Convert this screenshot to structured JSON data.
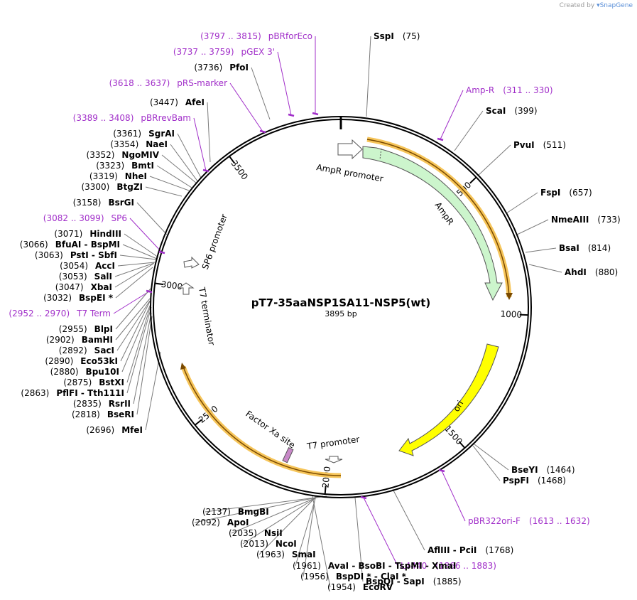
{
  "credit": {
    "prefix": "Created by",
    "brand": "SnapGene"
  },
  "plasmid": {
    "name": "pT7-35aaNSP1SA11-NSP5(wt)",
    "size": "3895 bp"
  },
  "ticks": [
    "500",
    "1000",
    "1500",
    "2000",
    "2500",
    "3000",
    "3500"
  ],
  "features": [
    {
      "name": "AmpR promoter",
      "color": "#ffffff"
    },
    {
      "name": "AmpR",
      "color": "#ccf5cc"
    },
    {
      "name": "ori",
      "color": "#ffff00"
    },
    {
      "name": "T7 promoter",
      "color": "#ffffff"
    },
    {
      "name": "Factor Xa site",
      "color": "#c888c8"
    },
    {
      "name": "T7 terminator",
      "color": "#ffffff"
    },
    {
      "name": "SP6 promoter",
      "color": "#ffffff"
    }
  ],
  "labels": [
    {
      "kind": "primer",
      "pos": "(3797 .. 3815)",
      "name": "pBRforEco"
    },
    {
      "kind": "primer",
      "pos": "(3737 .. 3759)",
      "name": "pGEX 3'"
    },
    {
      "kind": "enzyme",
      "pos": "(3736)",
      "name": "PfoI"
    },
    {
      "kind": "primer",
      "pos": "(3618 .. 3637)",
      "name": "pRS-marker"
    },
    {
      "kind": "enzyme",
      "pos": "(3447)",
      "name": "AfeI"
    },
    {
      "kind": "primer",
      "pos": "(3389 .. 3408)",
      "name": "pBRrevBam"
    },
    {
      "kind": "enzyme",
      "pos": "(3361)",
      "name": "SgrAI"
    },
    {
      "kind": "enzyme",
      "pos": "(3354)",
      "name": "NaeI"
    },
    {
      "kind": "enzyme",
      "pos": "(3352)",
      "name": "NgoMIV"
    },
    {
      "kind": "enzyme",
      "pos": "(3323)",
      "name": "BmtI"
    },
    {
      "kind": "enzyme",
      "pos": "(3319)",
      "name": "NheI"
    },
    {
      "kind": "enzyme",
      "pos": "(3300)",
      "name": "BtgZI"
    },
    {
      "kind": "enzyme",
      "pos": "(3158)",
      "name": "BsrGI"
    },
    {
      "kind": "primer",
      "pos": "(3082 .. 3099)",
      "name": "SP6"
    },
    {
      "kind": "enzyme",
      "pos": "(3071)",
      "name": "HindIII"
    },
    {
      "kind": "enzyme",
      "pos": "(3066)",
      "name": "BfuAI - BspMI"
    },
    {
      "kind": "enzyme",
      "pos": "(3063)",
      "name": "PstI - SbfI"
    },
    {
      "kind": "enzyme",
      "pos": "(3054)",
      "name": "AccI"
    },
    {
      "kind": "enzyme",
      "pos": "(3053)",
      "name": "SalI"
    },
    {
      "kind": "enzyme",
      "pos": "(3047)",
      "name": "XbaI"
    },
    {
      "kind": "enzyme",
      "pos": "(3032)",
      "name": "BspEI *"
    },
    {
      "kind": "primer",
      "pos": "(2952 .. 2970)",
      "name": "T7 Term"
    },
    {
      "kind": "enzyme",
      "pos": "(2955)",
      "name": "BlpI"
    },
    {
      "kind": "enzyme",
      "pos": "(2902)",
      "name": "BamHI"
    },
    {
      "kind": "enzyme",
      "pos": "(2892)",
      "name": "SacI"
    },
    {
      "kind": "enzyme",
      "pos": "(2890)",
      "name": "Eco53kI"
    },
    {
      "kind": "enzyme",
      "pos": "(2880)",
      "name": "Bpu10I"
    },
    {
      "kind": "enzyme",
      "pos": "(2875)",
      "name": "BstXI"
    },
    {
      "kind": "enzyme",
      "pos": "(2863)",
      "name": "PflFI - Tth111I"
    },
    {
      "kind": "enzyme",
      "pos": "(2835)",
      "name": "RsrII"
    },
    {
      "kind": "enzyme",
      "pos": "(2818)",
      "name": "BseRI"
    },
    {
      "kind": "enzyme",
      "pos": "(2696)",
      "name": "MfeI"
    },
    {
      "kind": "enzyme",
      "pos": "(75)",
      "name": "SspI"
    },
    {
      "kind": "primer",
      "pos": "(311 .. 330)",
      "name": "Amp-R"
    },
    {
      "kind": "enzyme",
      "pos": "(399)",
      "name": "ScaI"
    },
    {
      "kind": "enzyme",
      "pos": "(511)",
      "name": "PvuI"
    },
    {
      "kind": "enzyme",
      "pos": "(657)",
      "name": "FspI"
    },
    {
      "kind": "enzyme",
      "pos": "(733)",
      "name": "NmeAIII"
    },
    {
      "kind": "enzyme",
      "pos": "(814)",
      "name": "BsaI"
    },
    {
      "kind": "enzyme",
      "pos": "(880)",
      "name": "AhdI"
    },
    {
      "kind": "enzyme",
      "pos": "(1464)",
      "name": "BseYI"
    },
    {
      "kind": "enzyme",
      "pos": "(1468)",
      "name": "PspFI"
    },
    {
      "kind": "primer",
      "pos": "(1613 .. 1632)",
      "name": "pBR322ori-F"
    },
    {
      "kind": "enzyme",
      "pos": "(1768)",
      "name": "AflIII - PciI"
    },
    {
      "kind": "primer",
      "pos": "(1866 .. 1883)",
      "name": "L4440"
    },
    {
      "kind": "enzyme",
      "pos": "(1885)",
      "name": "BspQI - SapI"
    },
    {
      "kind": "enzyme",
      "pos": "(2137)",
      "name": "BmgBI"
    },
    {
      "kind": "enzyme",
      "pos": "(2092)",
      "name": "ApoI"
    },
    {
      "kind": "enzyme",
      "pos": "(2035)",
      "name": "NsiI"
    },
    {
      "kind": "enzyme",
      "pos": "(2013)",
      "name": "NcoI"
    },
    {
      "kind": "enzyme",
      "pos": "(1963)",
      "name": "SmaI"
    },
    {
      "kind": "enzyme",
      "pos": "(1961)",
      "name": "AvaI - BsoBI - TspMI - XmaI"
    },
    {
      "kind": "enzyme",
      "pos": "(1956)",
      "name": "BspDI * - ClaI *"
    },
    {
      "kind": "enzyme",
      "pos": "(1954)",
      "name": "EcoRV"
    }
  ]
}
